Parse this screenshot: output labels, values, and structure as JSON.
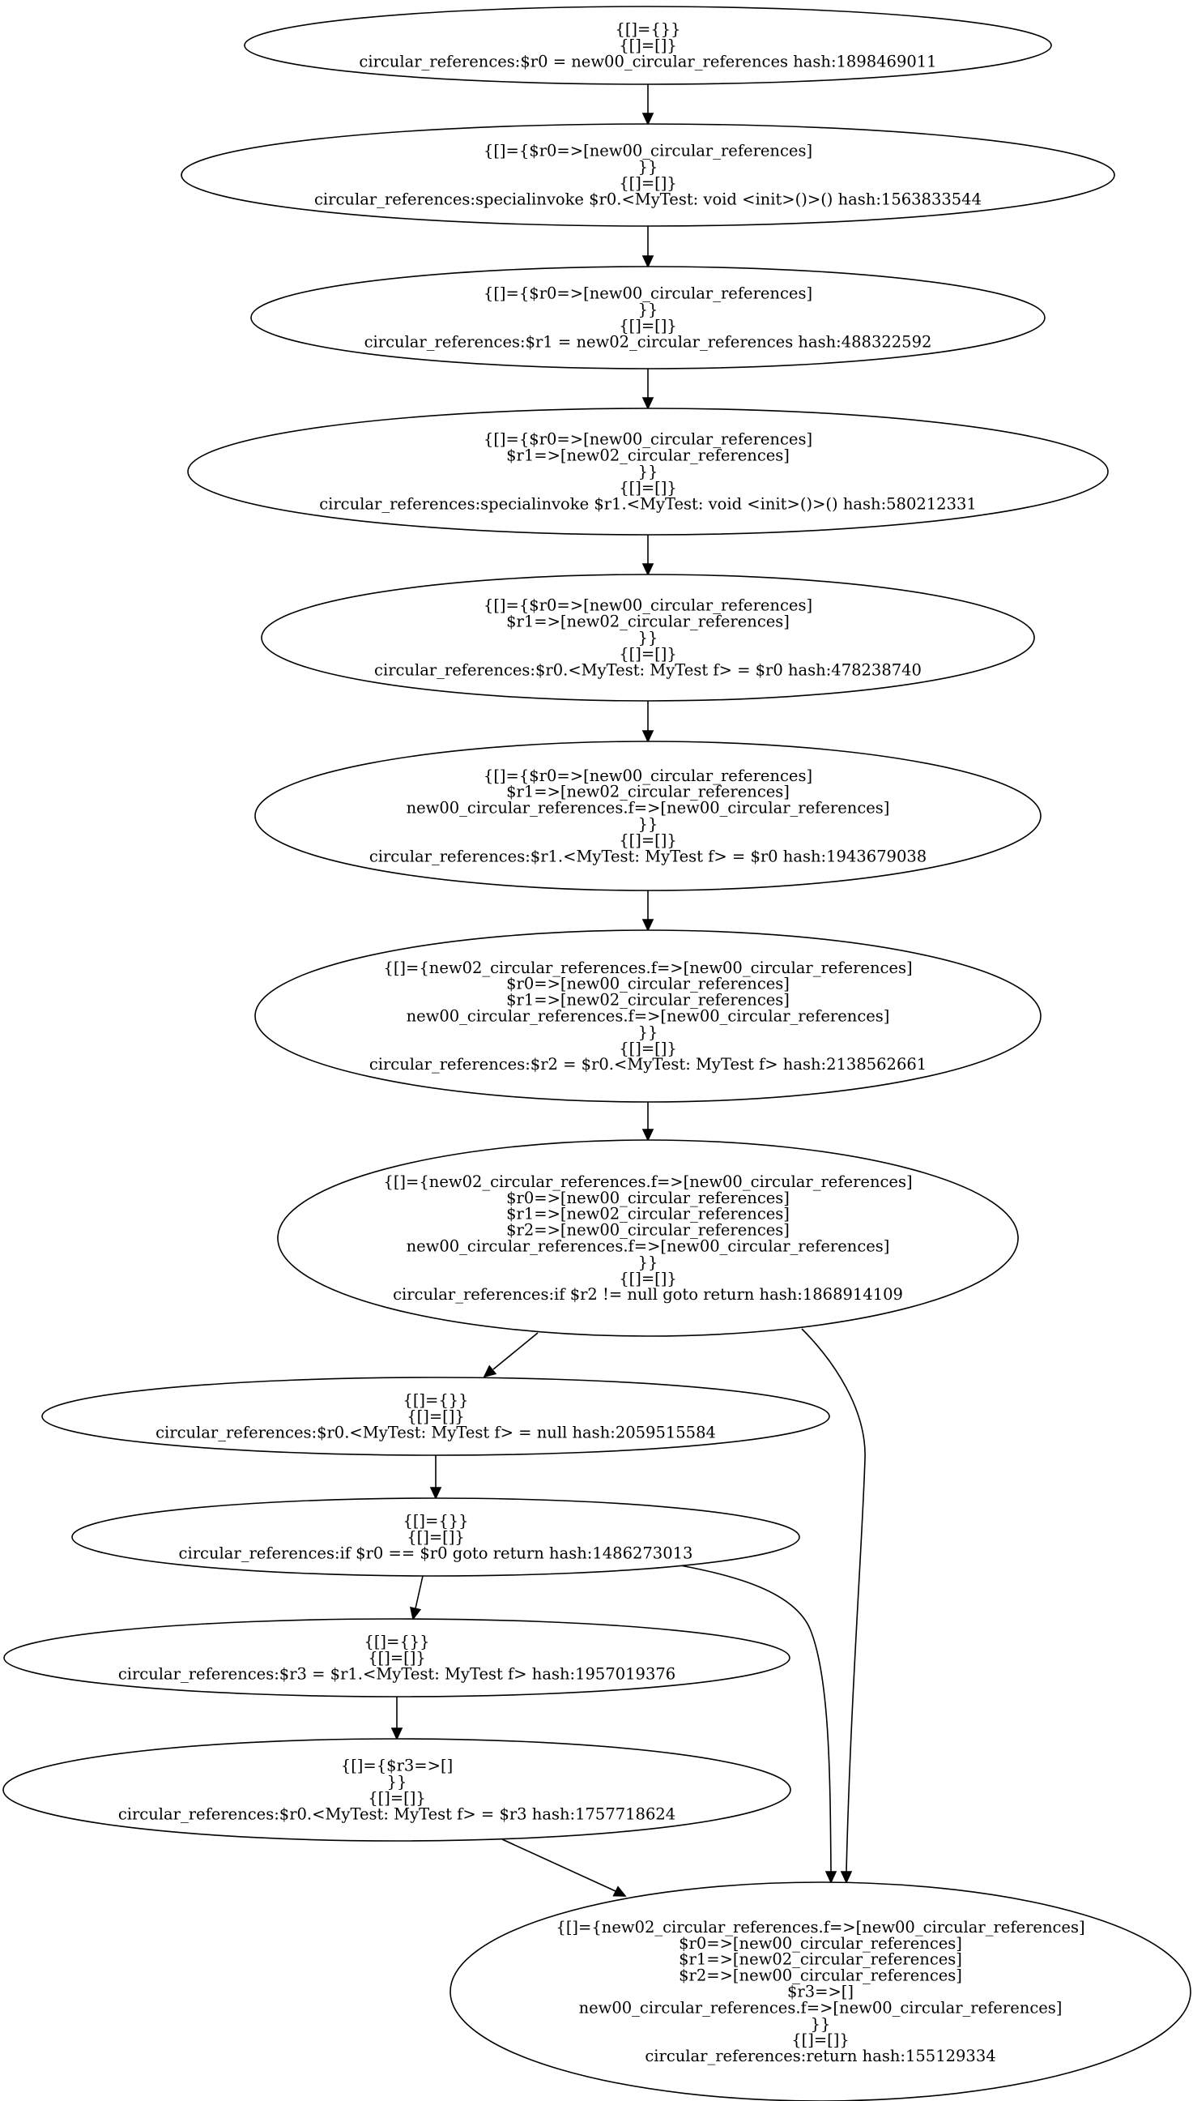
{
  "nodes": [
    {
      "id": "n0",
      "lines": [
        "{[]={}}",
        "{[]=[]}",
        "circular_references:$r0 = new00_circular_references hash:1898469011"
      ]
    },
    {
      "id": "n1",
      "lines": [
        "{[]={$r0=>[new00_circular_references]",
        "}}",
        "{[]=[]}",
        "circular_references:specialinvoke $r0.<MyTest: void <init>()>() hash:1563833544"
      ]
    },
    {
      "id": "n2",
      "lines": [
        "{[]={$r0=>[new00_circular_references]",
        "}}",
        "{[]=[]}",
        "circular_references:$r1 = new02_circular_references hash:488322592"
      ]
    },
    {
      "id": "n3",
      "lines": [
        "{[]={$r0=>[new00_circular_references]",
        "$r1=>[new02_circular_references]",
        "}}",
        "{[]=[]}",
        "circular_references:specialinvoke $r1.<MyTest: void <init>()>() hash:580212331"
      ]
    },
    {
      "id": "n4",
      "lines": [
        "{[]={$r0=>[new00_circular_references]",
        "$r1=>[new02_circular_references]",
        "}}",
        "{[]=[]}",
        "circular_references:$r0.<MyTest: MyTest f> = $r0 hash:478238740"
      ]
    },
    {
      "id": "n5",
      "lines": [
        "{[]={$r0=>[new00_circular_references]",
        "$r1=>[new02_circular_references]",
        "new00_circular_references.f=>[new00_circular_references]",
        "}}",
        "{[]=[]}",
        "circular_references:$r1.<MyTest: MyTest f> = $r0 hash:1943679038"
      ]
    },
    {
      "id": "n6",
      "lines": [
        "{[]={new02_circular_references.f=>[new00_circular_references]",
        "$r0=>[new00_circular_references]",
        "$r1=>[new02_circular_references]",
        "new00_circular_references.f=>[new00_circular_references]",
        "}}",
        "{[]=[]}",
        "circular_references:$r2 = $r0.<MyTest: MyTest f> hash:2138562661"
      ]
    },
    {
      "id": "n7",
      "lines": [
        "{[]={new02_circular_references.f=>[new00_circular_references]",
        "$r0=>[new00_circular_references]",
        "$r1=>[new02_circular_references]",
        "$r2=>[new00_circular_references]",
        "new00_circular_references.f=>[new00_circular_references]",
        "}}",
        "{[]=[]}",
        "circular_references:if $r2 != null goto return hash:1868914109"
      ]
    },
    {
      "id": "n8",
      "lines": [
        "{[]={}}",
        "{[]=[]}",
        "circular_references:$r0.<MyTest: MyTest f> = null hash:2059515584"
      ]
    },
    {
      "id": "n9",
      "lines": [
        "{[]={}}",
        "{[]=[]}",
        "circular_references:if $r0 == $r0 goto return hash:1486273013"
      ]
    },
    {
      "id": "n10",
      "lines": [
        "{[]={}}",
        "{[]=[]}",
        "circular_references:$r3 = $r1.<MyTest: MyTest f> hash:1957019376"
      ]
    },
    {
      "id": "n11",
      "lines": [
        "{[]={$r3=>[]",
        "}}",
        "{[]=[]}",
        "circular_references:$r0.<MyTest: MyTest f> = $r3 hash:1757718624"
      ]
    },
    {
      "id": "n12",
      "lines": [
        "{[]={new02_circular_references.f=>[new00_circular_references]",
        "$r0=>[new00_circular_references]",
        "$r1=>[new02_circular_references]",
        "$r2=>[new00_circular_references]",
        "$r3=>[]",
        "new00_circular_references.f=>[new00_circular_references]",
        "}}",
        "{[]=[]}",
        "circular_references:return hash:155129334"
      ]
    }
  ],
  "edges": [
    {
      "from": "n0",
      "to": "n1"
    },
    {
      "from": "n1",
      "to": "n2"
    },
    {
      "from": "n2",
      "to": "n3"
    },
    {
      "from": "n3",
      "to": "n4"
    },
    {
      "from": "n4",
      "to": "n5"
    },
    {
      "from": "n5",
      "to": "n6"
    },
    {
      "from": "n6",
      "to": "n7"
    },
    {
      "from": "n7",
      "to": "n8"
    },
    {
      "from": "n7",
      "to": "n12"
    },
    {
      "from": "n8",
      "to": "n9"
    },
    {
      "from": "n9",
      "to": "n10"
    },
    {
      "from": "n9",
      "to": "n12"
    },
    {
      "from": "n10",
      "to": "n11"
    },
    {
      "from": "n11",
      "to": "n12"
    }
  ]
}
